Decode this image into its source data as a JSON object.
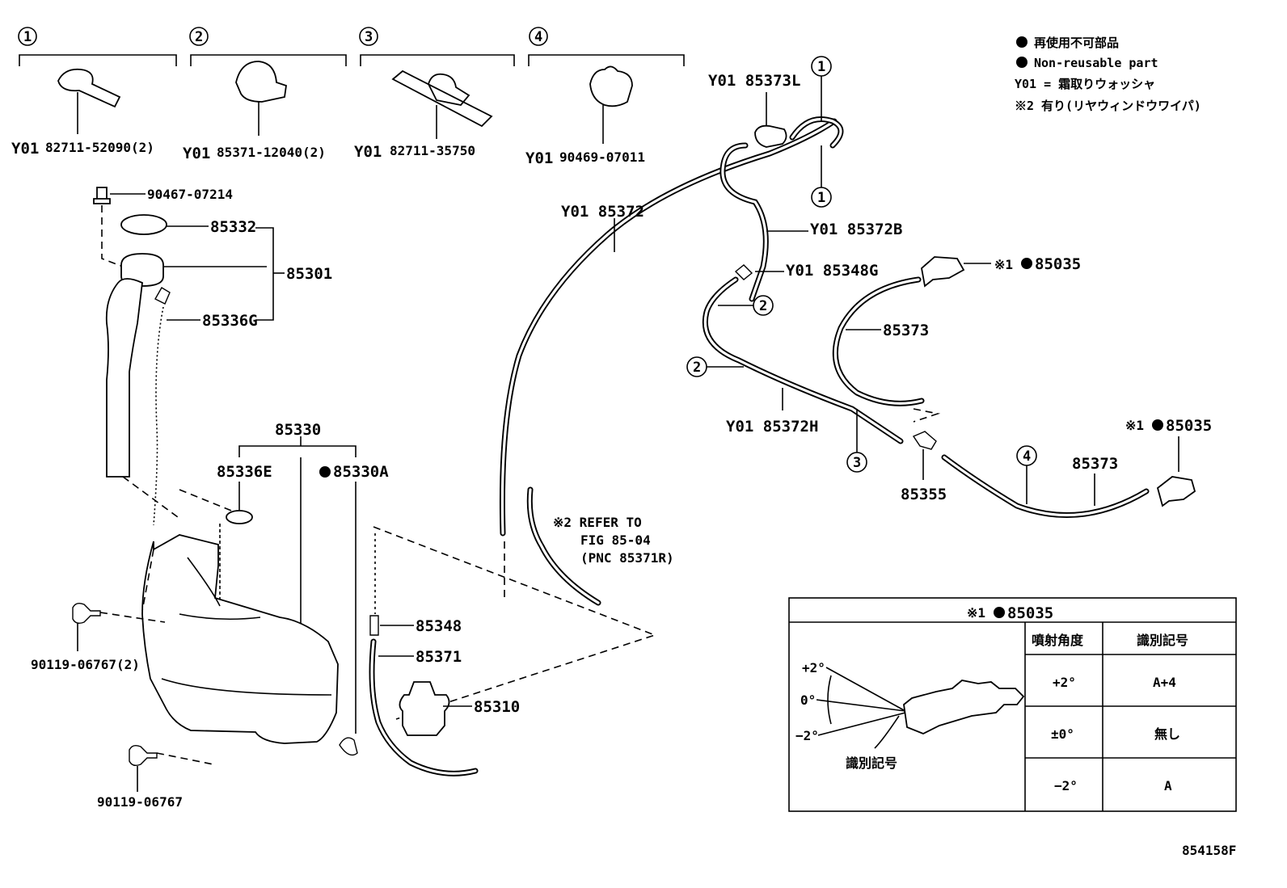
{
  "legend": {
    "line1": "再使用不可部品",
    "line2": "Non-reusable part",
    "line3": "Y01 = 霜取りウォッシャ",
    "line4": "※2 有り(リヤウィンドウワイパ)"
  },
  "clips": [
    {
      "num": "1",
      "label": "Y01",
      "part": "82711-52090(2)"
    },
    {
      "num": "2",
      "label": "Y01",
      "part": "85371-12040(2)"
    },
    {
      "num": "3",
      "label": "Y01",
      "part": "82711-35750"
    },
    {
      "num": "4",
      "label": "Y01",
      "part": "90469-07011"
    }
  ],
  "callouts": {
    "p90467": "90467-07214",
    "p85332": "85332",
    "p85301": "85301",
    "p85336G": "85336G",
    "p85330": "85330",
    "p85336E": "85336E",
    "p85330A": "85330A",
    "p90119a": "90119-06767(2)",
    "p90119b": "90119-06767",
    "p85348": "85348",
    "p85371": "85371",
    "p85310": "85310",
    "p85372": "Y01 85372",
    "p85373L": "Y01 85373L",
    "p85372B": "Y01 85372B",
    "p85348G": "Y01 85348G",
    "p85035a_mark": "※1",
    "p85035a": "85035",
    "p85373a": "85373",
    "p85372H": "Y01 85372H",
    "p85355": "85355",
    "p85035b_mark": "※1",
    "p85035b": "85035",
    "p85373b": "85373",
    "refer1": "※2 REFER TO",
    "refer2": "FIG 85-04",
    "refer3": "(PNC 85371R)",
    "circle1": "1",
    "circle2": "2",
    "circle3": "3",
    "circle4": "4",
    "fig_id": "854158F"
  },
  "table": {
    "title_mark": "※1",
    "title_part": "85035",
    "angle_plus": "+2°",
    "angle_zero": "0°",
    "angle_minus": "−2°",
    "ident_label": "識別記号",
    "col1": "噴射角度",
    "col2": "識別記号",
    "rows": [
      {
        "angle": "+2°",
        "mark": "A+4"
      },
      {
        "angle": "±0°",
        "mark": "無し"
      },
      {
        "angle": "−2°",
        "mark": "A"
      }
    ]
  }
}
